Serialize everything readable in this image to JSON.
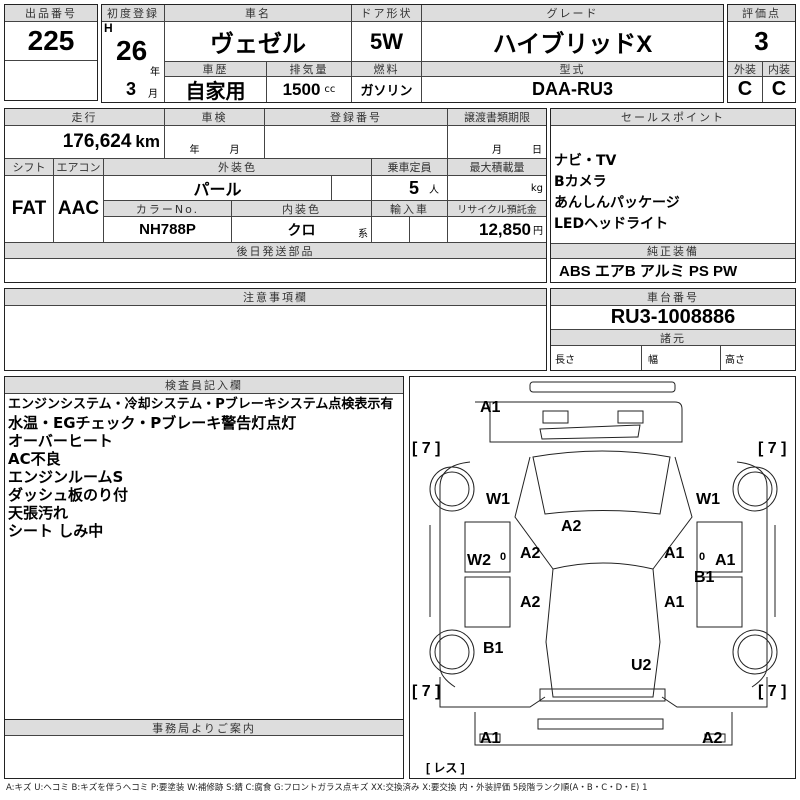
{
  "lot": {
    "label": "出品番号",
    "value": "225"
  },
  "first_reg": {
    "label": "初度登録",
    "era": "H",
    "year": "26",
    "year_unit": "年",
    "month": "3",
    "month_unit": "月"
  },
  "car_name": {
    "label": "車名",
    "value": "ヴェゼル"
  },
  "door": {
    "label": "ドア形状",
    "value": "5W"
  },
  "grade": {
    "label": "グレード",
    "value": "ハイブリッドX"
  },
  "score": {
    "label": "評価点",
    "value": "3",
    "ext_label": "外装",
    "int_label": "内装",
    "ext": "C",
    "int": "C"
  },
  "history": {
    "label": "車歴",
    "value": "自家用"
  },
  "displacement": {
    "label": "排気量",
    "value": "1500",
    "unit": "cc"
  },
  "fuel": {
    "label": "燃料",
    "value": "ガソリン"
  },
  "model": {
    "label": "型式",
    "value": "DAA-RU3"
  },
  "mileage": {
    "label": "走行",
    "value": "176,624",
    "unit": "km"
  },
  "inspection": {
    "label": "車検",
    "year_unit": "年",
    "month_unit": "月"
  },
  "reg_no": {
    "label": "登録番号"
  },
  "transfer": {
    "label": "譲渡書類期限",
    "month_unit": "月",
    "day_unit": "日"
  },
  "shift": {
    "label": "シフト",
    "value": "FAT"
  },
  "ac": {
    "label": "エアコン",
    "value": "AAC"
  },
  "ext_color": {
    "label": "外装色",
    "value": "パール"
  },
  "capacity": {
    "label": "乗車定員",
    "value": "5",
    "unit": "人"
  },
  "max_load": {
    "label": "最大積載量",
    "unit": "kg"
  },
  "color_no": {
    "label": "カラーNo.",
    "value": "NH788P"
  },
  "int_color": {
    "label": "内装色",
    "value": "クロ",
    "unit": "系"
  },
  "import": {
    "label": "輸入車"
  },
  "recycle": {
    "label": "リサイクル預託金",
    "value": "12,850",
    "unit": "円"
  },
  "later_parts": {
    "label": "後日発送部品"
  },
  "sales_points": {
    "label": "セールスポイント",
    "items": [
      "ナビ・TV",
      "Bカメラ",
      "あんしんパッケージ",
      "LEDヘッドライト"
    ]
  },
  "equipment": {
    "label": "純正装備",
    "value": "ABS エアB アルミ PS PW"
  },
  "caution": {
    "label": "注意事項欄"
  },
  "chassis": {
    "label": "車台番号",
    "value": "RU3-1008886"
  },
  "specs": {
    "label": "諸元",
    "length": "長さ",
    "width": "幅",
    "height": "高さ"
  },
  "inspector": {
    "label": "検査員記入欄",
    "notes": [
      "エンジンシステム・冷却システム・Pブレーキシステム点検表示有",
      "水温・EGチェック・Pブレーキ警告灯点灯",
      "オーバーヒート",
      "AC不良",
      "エンジンルームS",
      "ダッシュ板のり付",
      "天張汚れ",
      "シート しみ中"
    ]
  },
  "diagram": {
    "marks": [
      "A1",
      "[ 7 ]",
      "[ 7 ]",
      "W1",
      "W1",
      "A2",
      "W2",
      "0",
      "A2",
      "A1",
      "0",
      "A1",
      "B1",
      "A2",
      "A1",
      "B1",
      "U2",
      "[ 7 ]",
      "[ 7 ]",
      "A1",
      "A2",
      "[ レス ]"
    ]
  },
  "office": {
    "label": "事務局よりご案内"
  },
  "legend": "A:キズ U:ヘコミ B:キズを伴うヘコミ P:要塗装 W:補修跡 S:錆 C:腐食 G:フロントガラス点キズ XX:交換済み X:要交換 内・外装評価 5段階ランク順(A・B・C・D・E) 1"
}
